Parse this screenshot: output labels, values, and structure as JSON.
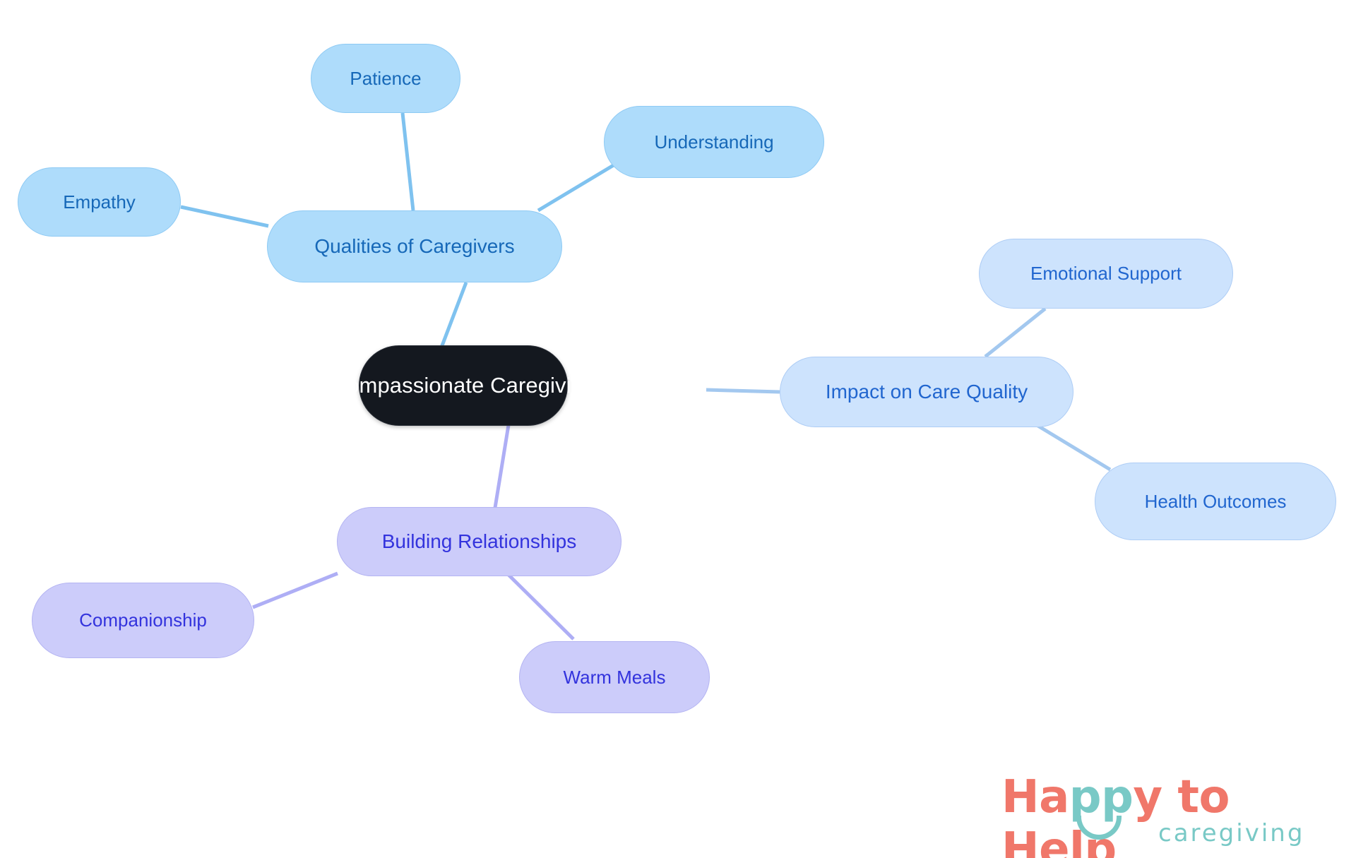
{
  "diagram": {
    "type": "mindmap",
    "title": "Compassionate Caregiving",
    "background": "#ffffff",
    "root": {
      "id": "root",
      "label": "Compassionate Caregiving",
      "fill": "#14181f",
      "text_color": "#ffffff"
    },
    "branches": [
      {
        "id": "qualities",
        "label": "Qualities of Caregivers",
        "fill": "#aedcfb",
        "stroke": "#8ecaf4",
        "text_color": "#1668b8",
        "children": [
          {
            "id": "patience",
            "label": "Patience"
          },
          {
            "id": "understanding",
            "label": "Understanding"
          },
          {
            "id": "empathy",
            "label": "Empathy"
          }
        ]
      },
      {
        "id": "impact",
        "label": "Impact on Care Quality",
        "fill": "#cde3fd",
        "stroke": "#aecdf5",
        "text_color": "#2166cf",
        "children": [
          {
            "id": "emotional-support",
            "label": "Emotional Support"
          },
          {
            "id": "health-outcomes",
            "label": "Health Outcomes"
          }
        ]
      },
      {
        "id": "relationships",
        "label": "Building Relationships",
        "fill": "#ccccfa",
        "stroke": "#b4b4f2",
        "text_color": "#3333dd",
        "children": [
          {
            "id": "companionship",
            "label": "Companionship"
          },
          {
            "id": "warm-meals",
            "label": "Warm Meals"
          }
        ]
      }
    ]
  },
  "logo": {
    "word_happy_ha": "Ha",
    "word_happy_pp": "pp",
    "word_happy_y": "y",
    "word_to_help": " to Help",
    "tagline": "caregiving",
    "primary_color": "#f0776a",
    "accent_color": "#79c9c6"
  }
}
